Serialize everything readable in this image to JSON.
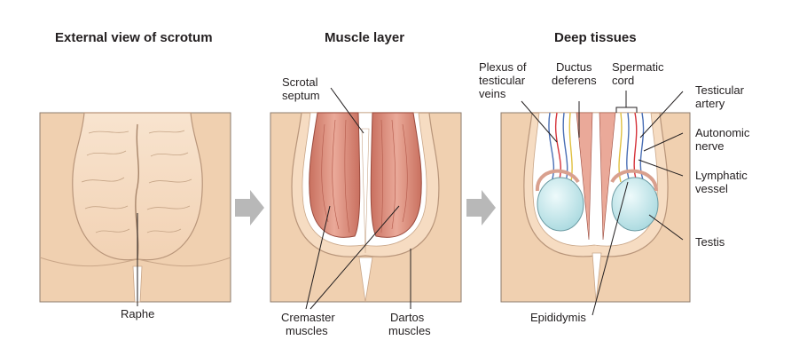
{
  "panels": {
    "external": {
      "title": "External view of scrotum"
    },
    "muscle": {
      "title": "Muscle layer"
    },
    "deep": {
      "title": "Deep tissues"
    }
  },
  "labels": {
    "raphe": "Raphe",
    "scrotal_septum_1": "Scrotal",
    "scrotal_septum_2": "septum",
    "cremaster_1": "Cremaster",
    "cremaster_2": "muscles",
    "dartos_1": "Dartos",
    "dartos_2": "muscles",
    "plexus_1": "Plexus of",
    "plexus_2": "testicular",
    "plexus_3": "veins",
    "ductus_1": "Ductus",
    "ductus_2": "deferens",
    "spermatic_1": "Spermatic",
    "spermatic_2": "cord",
    "testicular_artery_1": "Testicular",
    "testicular_artery_2": "artery",
    "autonomic_1": "Autonomic",
    "autonomic_2": "nerve",
    "lymphatic_1": "Lymphatic",
    "lymphatic_2": "vessel",
    "testis": "Testis",
    "epididymis": "Epididymis"
  },
  "colors": {
    "panel_bg": "#f0d0b0",
    "skin": "#f6dcc2",
    "muscle": "#d88a78",
    "testis": "#cfeef0",
    "vein": "#4a6fb5",
    "artery": "#d6333a",
    "arrow": "#b8b8b8"
  }
}
